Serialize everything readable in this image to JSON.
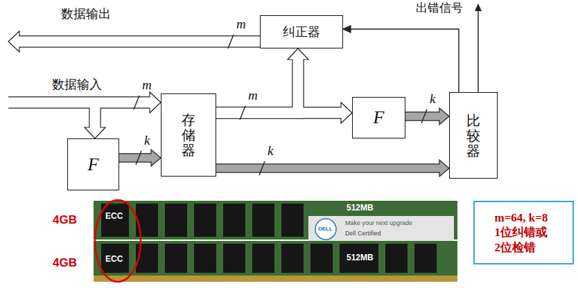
{
  "diagram": {
    "nodes": [
      {
        "text": [
          "纠正器"
        ]
      },
      {
        "text": [
          "存储器"
        ]
      },
      {
        "text": [
          "F"
        ]
      },
      {
        "text": [
          "F"
        ]
      },
      {
        "text": [
          "比较器"
        ]
      },
      {
        "text": [
          "m=64, k=8 1位纠错或 2位检错"
        ]
      }
    ],
    "edges": [
      {
        "from": 2,
        "to": 1,
        "arrow": "to",
        "label": "k"
      },
      {
        "from": 1,
        "to": 3,
        "arrow": "to",
        "label": "m"
      },
      {
        "from": 1,
        "to": 0,
        "arrow": "to"
      },
      {
        "from": 3,
        "to": 4,
        "arrow": "to",
        "label": "k"
      },
      {
        "from": 1,
        "to": 4,
        "arrow": "to",
        "label": "k"
      },
      {
        "from": 4,
        "to": 0,
        "arrow": "to"
      }
    ],
    "labels": [
      "数据输出",
      "m",
      "数据输入",
      "m",
      "出错信号",
      "4GB",
      "4GB",
      "ECC",
      "ECC",
      "512MB",
      "512MB",
      "DELL",
      "Make your next upgrade",
      "Dell Certified"
    ]
  }
}
